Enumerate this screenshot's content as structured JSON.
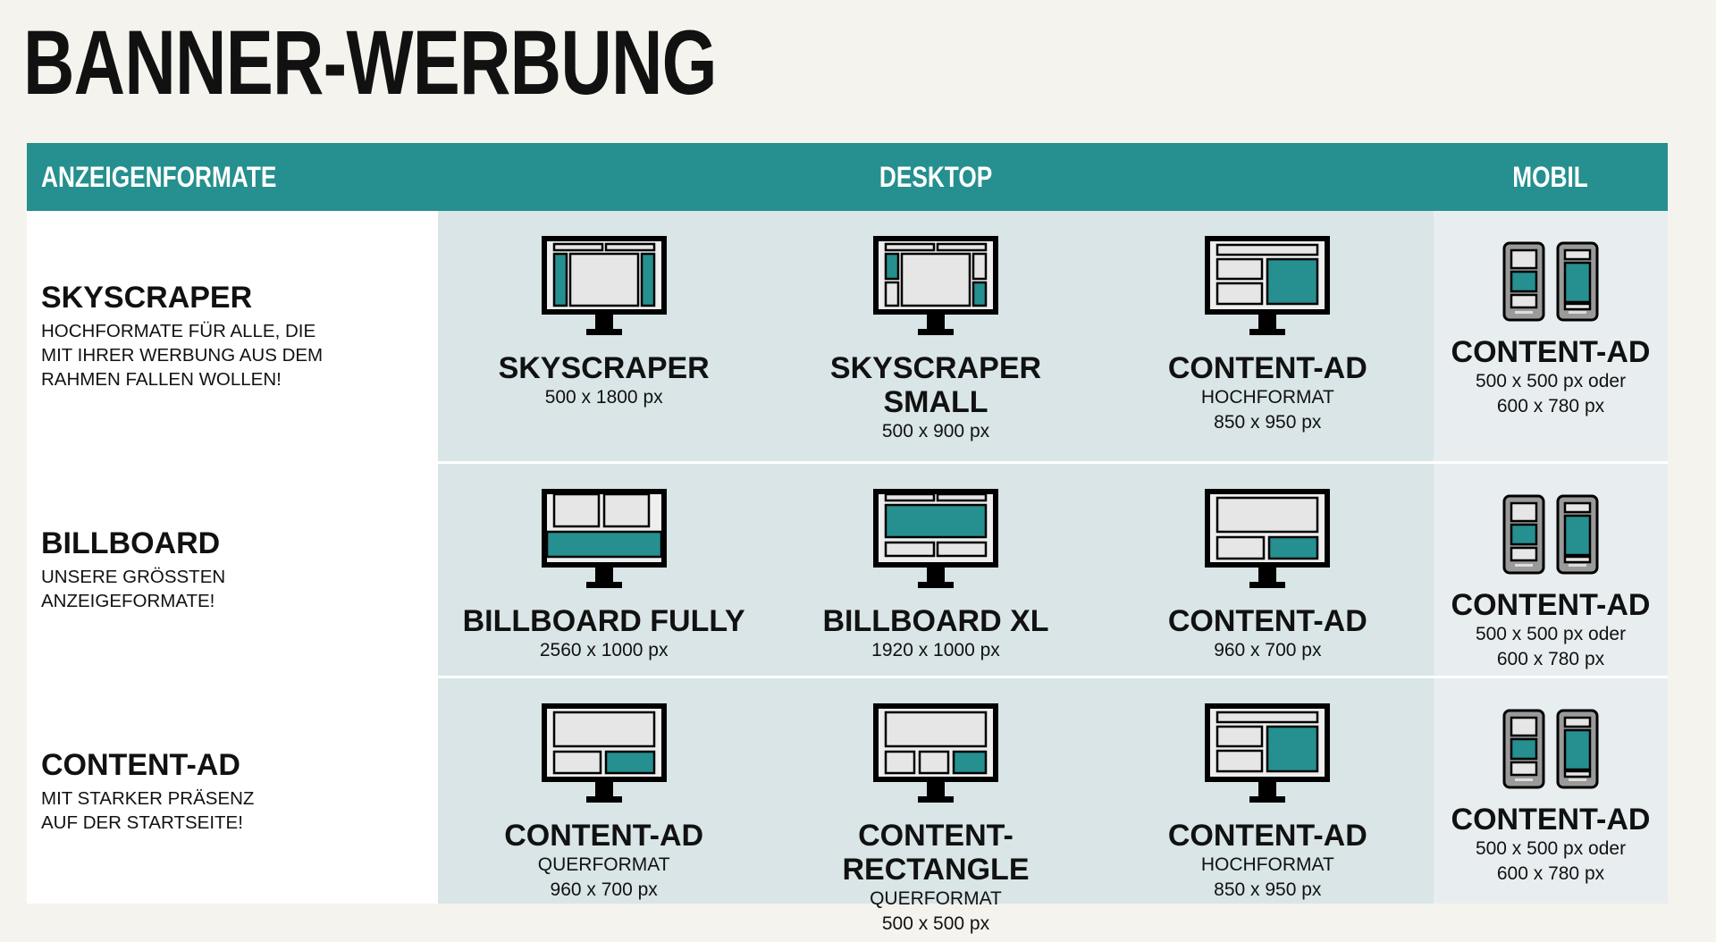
{
  "title": "BANNER-WERBUNG",
  "colors": {
    "teal": "#268f8f",
    "background": "#f5f3ee",
    "desktop_bg": "#d9e5e6",
    "mobile_bg": "#e8eef0"
  },
  "header": {
    "formats": "ANZEIGENFORMATE",
    "desktop": "DESKTOP",
    "mobile": "MOBIL"
  },
  "rows": [
    {
      "title": "SKYSCRAPER",
      "description": "HOCHFORMATE FÜR ALLE, DIE\nMIT IHRER WERBUNG AUS DEM\nRAHMEN FALLEN WOLLEN!",
      "desktop": [
        {
          "icon": "skyscraper",
          "name": "SKYSCRAPER",
          "sub": "500 x 1800 px"
        },
        {
          "icon": "skyscraper-small",
          "name": "SKYSCRAPER\nSMALL",
          "sub": "500 x 900 px"
        },
        {
          "icon": "content-hoch",
          "name": "CONTENT-AD",
          "sub": "HOCHFORMAT\n850 x 950 px"
        }
      ],
      "mobile": {
        "name": "CONTENT-AD",
        "sub": "500 x 500 px oder\n600 x 780 px"
      }
    },
    {
      "title": "BILLBOARD",
      "description": "UNSERE GRÖSSTEN\nANZEIGEFORMATE!",
      "desktop": [
        {
          "icon": "billboard-fully",
          "name": "BILLBOARD FULLY",
          "sub": "2560 x 1000 px"
        },
        {
          "icon": "billboard-xl",
          "name": "BILLBOARD XL",
          "sub": "1920 x 1000 px"
        },
        {
          "icon": "content-quer",
          "name": "CONTENT-AD",
          "sub": "960 x 700 px"
        }
      ],
      "mobile": {
        "name": "CONTENT-AD",
        "sub": "500 x 500 px oder\n600 x 780 px"
      }
    },
    {
      "title": "CONTENT-AD",
      "description": "MIT STARKER PRÄSENZ\nAUF DER STARTSEITE!",
      "desktop": [
        {
          "icon": "content-quer",
          "name": "CONTENT-AD",
          "sub": "QUERFORMAT\n960 x 700 px"
        },
        {
          "icon": "content-rectangle",
          "name": "CONTENT-RECTANGLE",
          "sub": "QUERFORMAT\n500 x 500 px"
        },
        {
          "icon": "content-hoch",
          "name": "CONTENT-AD",
          "sub": "HOCHFORMAT\n850 x 950 px"
        }
      ],
      "mobile": {
        "name": "CONTENT-AD",
        "sub": "500 x 500 px oder\n600 x 780 px"
      }
    }
  ]
}
